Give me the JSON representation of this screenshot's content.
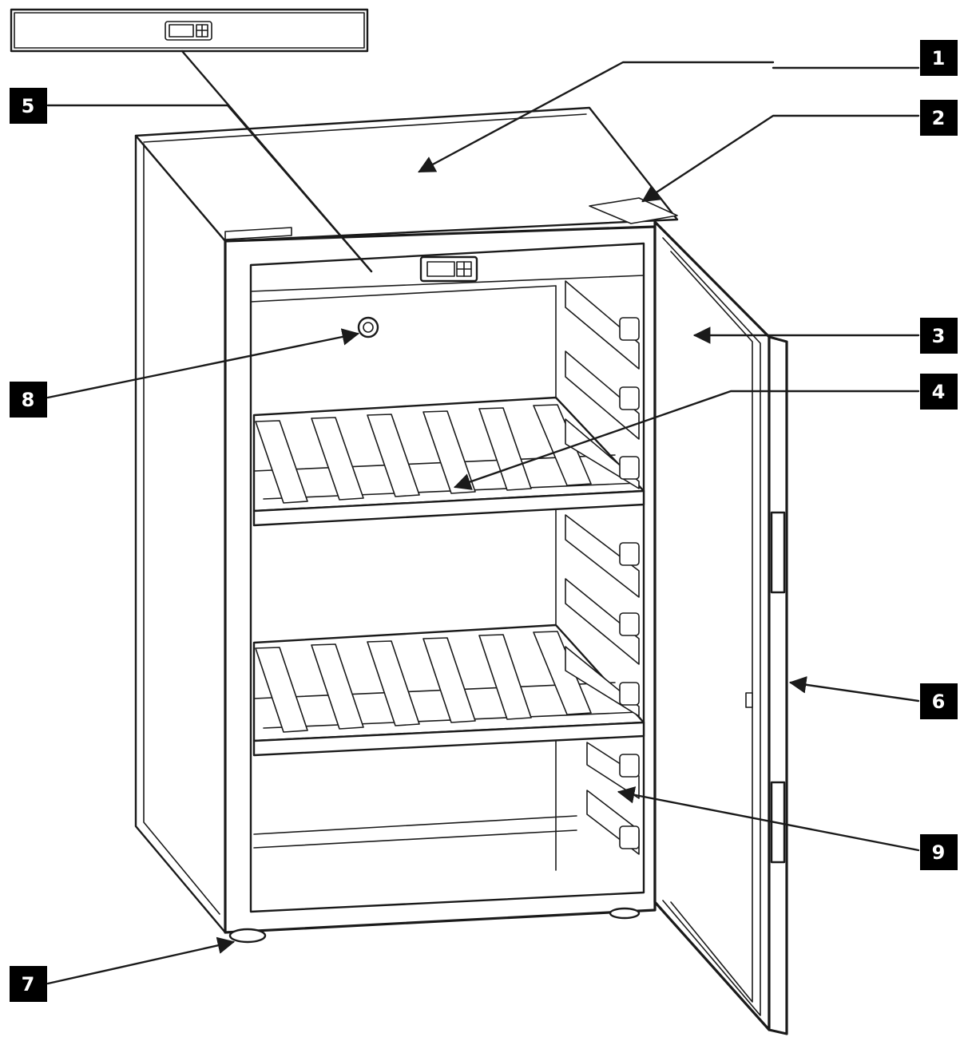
{
  "diagram": {
    "callouts": [
      {
        "id": "c1",
        "label": "1"
      },
      {
        "id": "c2",
        "label": "2"
      },
      {
        "id": "c3",
        "label": "3"
      },
      {
        "id": "c4",
        "label": "4"
      },
      {
        "id": "c5",
        "label": "5"
      },
      {
        "id": "c6",
        "label": "6"
      },
      {
        "id": "c7",
        "label": "7"
      },
      {
        "id": "c8",
        "label": "8"
      },
      {
        "id": "c9",
        "label": "9"
      }
    ],
    "colors": {
      "ink": "#1a1a1a",
      "callout_fill": "#000000",
      "callout_text": "#ffffff",
      "background": "#ffffff"
    }
  }
}
